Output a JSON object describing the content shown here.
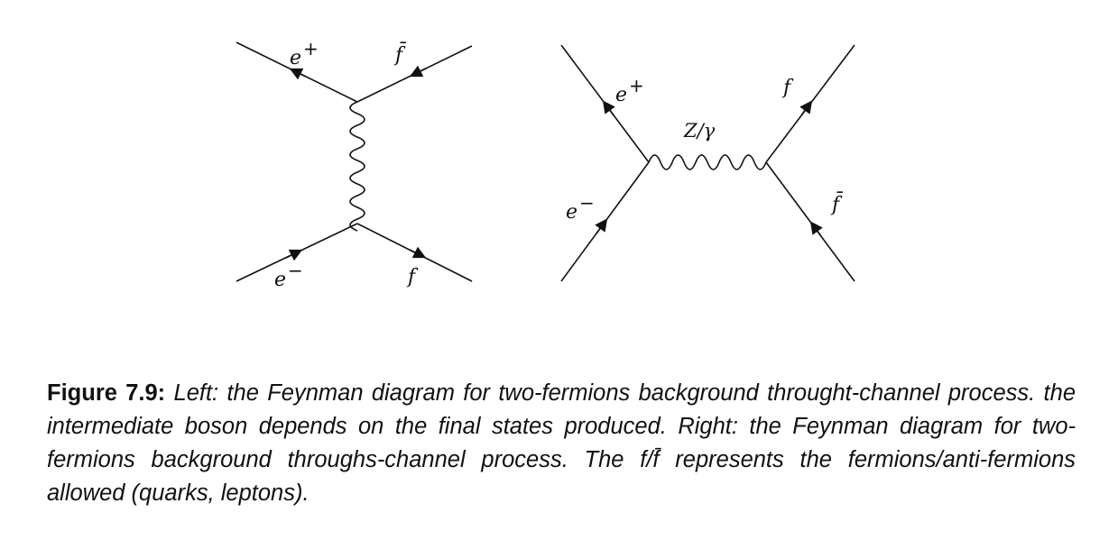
{
  "figure": {
    "left_diagram": {
      "top_left_particle": "e",
      "top_left_charge": "+",
      "top_right_particle": "f̄",
      "bottom_left_particle": "e",
      "bottom_left_charge": "−",
      "bottom_right_particle": "f"
    },
    "right_diagram": {
      "left_top_particle": "e",
      "left_top_charge": "+",
      "left_bottom_particle": "e",
      "left_bottom_charge": "−",
      "boson_label": "Z/γ",
      "right_top_particle": "f",
      "right_bottom_particle": "f̄"
    },
    "caption": {
      "label": "Figure 7.9:",
      "text": "Left: the Feynman diagram for two-fermions background throught-channel process. the intermediate boson depends on the final states produced. Right: the Feynman diagram for two-fermions background throughs-channel process. The f/f̄ represents the fermions/anti-fermions allowed (quarks, leptons)."
    }
  }
}
